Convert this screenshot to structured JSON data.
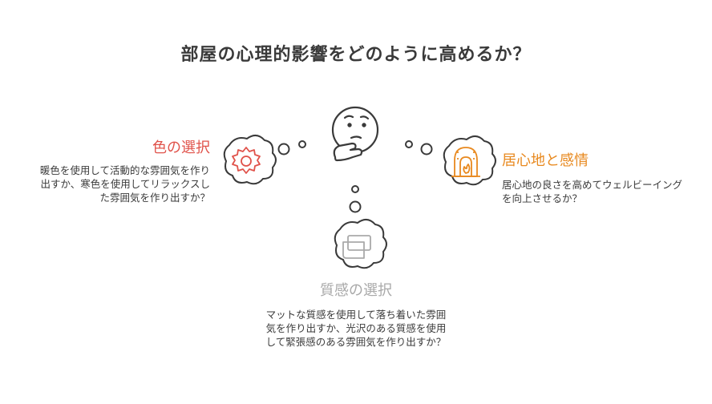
{
  "title": "部屋の心理的影響をどのように高めるか？",
  "colors": {
    "left": "#e0524a",
    "right": "#e8891f",
    "bottom": "#a9a9a9",
    "outline": "#3a3a3a"
  },
  "left": {
    "heading": "色の選択",
    "description": "暖色を使用して活動的な雰囲気を作り出すか、寒色を使用してリラックスした雰囲気を作り出すか？",
    "icon": "sun-badge-icon"
  },
  "right": {
    "heading": "居心地と感情",
    "description": "居心地の良さを高めてウェルビーイングを向上させるか？",
    "icon": "fireplace-icon"
  },
  "bottom": {
    "heading": "質感の選択",
    "description": "マットな質感を使用して落ち着いた雰囲気を作り出すか、光沢のある質感を使用して緊張感のある雰囲気を作り出すか？",
    "icon": "fabric-swatch-icon"
  },
  "center": {
    "icon": "thinking-face-icon"
  }
}
